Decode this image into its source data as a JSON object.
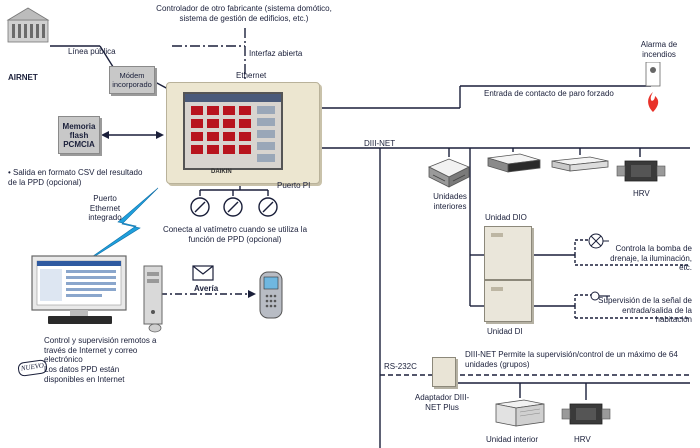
{
  "labels": {
    "airnet": "AIRNET",
    "public_line": "Línea pública",
    "modem": "Módem incorporado",
    "third_party_controller": "Controlador de otro fabricante (sistema domótico, sistema de gestión de edificios, etc.)",
    "open_interface": "Interfaz abierta",
    "ethernet": "Ethernet",
    "fire_alarm": "Alarma de incendios",
    "forced_stop_input": "Entrada de contacto de paro forzado",
    "memory_flash": "Memoria flash PCMCIA",
    "csv_output": "• Salida en formato CSV del resultado de la PPD (opcional)",
    "diii_net": "DIII-NET",
    "pi_port": "Puerto PI",
    "wattmeter_note": "Conecta al vatímetro cuando se utiliza la función de PPD (opcional)",
    "ethernet_port": "Puerto Ethernet integrado",
    "indoor_units": "Unidades interiores",
    "hrv": "HRV",
    "dio_unit": "Unidad DIO",
    "drain_control": "Controla la bomba de drenaje, la iluminación, etc.",
    "di_unit": "Unidad DI",
    "signal_supervision": "Supervisión de la señal de entrada/salida de la habitación",
    "breakdown": "Avería",
    "remote_control": "Control y supervisión remotos a través de Internet y correo electrónico",
    "new_badge": "NUEVO",
    "ppd_internet": "Los datos PPD están disponibles en Internet",
    "rs232c": "RS-232C",
    "diii_net_plus_note": "DIII-NET Permite la supervisión/control de un máximo de 64 unidades (grupos)",
    "adapter": "Adaptador DIII-NET Plus",
    "indoor_unit": "Unidad interior",
    "hrv_bottom": "HRV",
    "brand": "DAIKIN"
  },
  "colors": {
    "line": "#1a1f3a",
    "lightning": "#1fa0dc",
    "panel": "#ece6d0",
    "fire": "#e8322a"
  }
}
